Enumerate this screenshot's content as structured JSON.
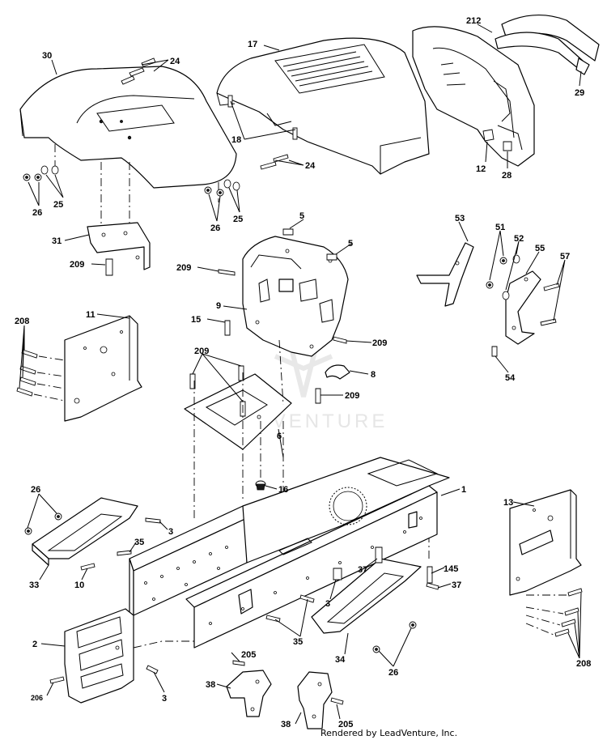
{
  "watermark": {
    "text": "LEADVENTURE"
  },
  "footer": {
    "credit": "Rendered by LeadVenture, Inc."
  },
  "callouts": {
    "c1": "1",
    "c2": "2",
    "c3a": "3",
    "c3b": "3",
    "c3c": "3",
    "c5a": "5",
    "c5b": "5",
    "c6": "6",
    "c8": "8",
    "c9": "9",
    "c10": "10",
    "c11": "11",
    "c12": "12",
    "c13": "13",
    "c15": "15",
    "c16": "16",
    "c17": "17",
    "c18": "18",
    "c24a": "24",
    "c24b": "24",
    "c25a": "25",
    "c25b": "25",
    "c26a": "26",
    "c26b": "26",
    "c26c": "26",
    "c26d": "26",
    "c28": "28",
    "c29": "29",
    "c30": "30",
    "c31": "31",
    "c33": "33",
    "c34": "34",
    "c35a": "35",
    "c35b": "35",
    "c37a": "37",
    "c37b": "37",
    "c38a": "38",
    "c38b": "38",
    "c51": "51",
    "c52": "52",
    "c53": "53",
    "c54": "54",
    "c55": "55",
    "c57": "57",
    "c145": "145",
    "c205a": "205",
    "c205b": "205",
    "c206": "206",
    "c208a": "208",
    "c208b": "208",
    "c209a": "209",
    "c209b": "209",
    "c209c": "209",
    "c209d": "209",
    "c209e": "209",
    "c212": "212"
  }
}
